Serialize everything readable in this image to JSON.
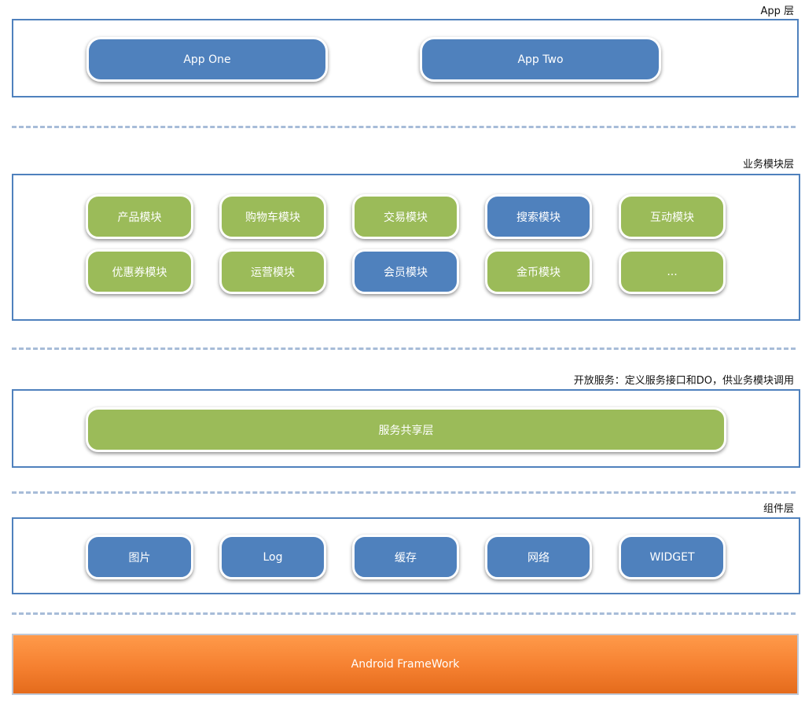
{
  "layers": {
    "app": {
      "label": "App 层",
      "apps": [
        "App One",
        "App Two"
      ]
    },
    "business": {
      "label": "业务模块层",
      "modules": [
        {
          "label": "产品模块",
          "color": "#9bbb59"
        },
        {
          "label": "购物车模块",
          "color": "#9bbb59"
        },
        {
          "label": "交易模块",
          "color": "#9bbb59"
        },
        {
          "label": "搜索模块",
          "color": "#4f81bd"
        },
        {
          "label": "互动模块",
          "color": "#9bbb59"
        },
        {
          "label": "优惠券模块",
          "color": "#9bbb59"
        },
        {
          "label": "运营模块",
          "color": "#9bbb59"
        },
        {
          "label": "会员模块",
          "color": "#4f81bd"
        },
        {
          "label": "金币模块",
          "color": "#9bbb59"
        },
        {
          "label": "...",
          "color": "#9bbb59"
        }
      ]
    },
    "service": {
      "label": "开放服务：定义服务接口和DO，供业务模块调用",
      "bar": "服务共享层"
    },
    "component": {
      "label": "组件层",
      "components": [
        "图片",
        "Log",
        "缓存",
        "网络",
        "WIDGET"
      ]
    },
    "framework": {
      "label": "Android FrameWork"
    }
  },
  "colors": {
    "blue": "#4f81bd",
    "green": "#9bbb59",
    "orange": "#f58030",
    "divider": "#a7bcd8"
  }
}
